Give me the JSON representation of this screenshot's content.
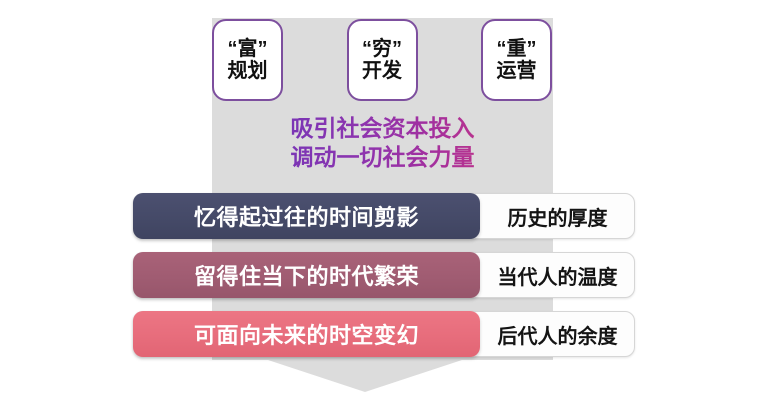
{
  "colors": {
    "panel_gray": "#dcdcdc",
    "box_border_purple": "#7d4f9e",
    "slogan_purple": "#7b35b5",
    "slogan_magenta": "#b8338f",
    "row1_pill": "#474b6b",
    "row2_pill": "#a35f75",
    "row3_pill": "#e8707e",
    "white": "#ffffff",
    "text_dark": "#141414"
  },
  "top_boxes": [
    {
      "line1": "“富”",
      "line2": "规划"
    },
    {
      "line1": "“穷”",
      "line2": "开发"
    },
    {
      "line1": "“重”",
      "line2": "运营"
    }
  ],
  "slogan": {
    "line1": "吸引社会资本投入",
    "line2": "调动一切社会力量"
  },
  "rows": [
    {
      "pill_text": "忆得起过往的时间剪影",
      "right_text": "历史的厚度"
    },
    {
      "pill_text": "留得住当下的时代繁荣",
      "right_text": "当代人的温度"
    },
    {
      "pill_text": "可面向未来的时空变幻",
      "right_text": "后代人的余度"
    }
  ]
}
